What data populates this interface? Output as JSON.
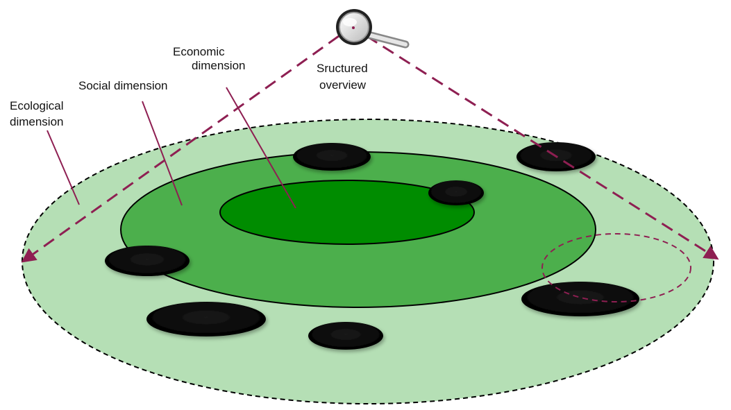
{
  "labels": {
    "ecological": [
      "Ecological",
      "dimension"
    ],
    "social": [
      "Social dimension"
    ],
    "economic": [
      "Economic",
      "dimension"
    ],
    "overview": [
      "Sructured",
      "overview"
    ]
  },
  "colors": {
    "ecological_fill": "#b5dfb5",
    "social_fill": "#4caf4c",
    "economic_fill": "#008c00",
    "outline": "#000000",
    "pointer_line": "#8e1f52",
    "patch": "#050505"
  },
  "icons": {
    "overview_tool": "magnifying-glass-icon"
  }
}
